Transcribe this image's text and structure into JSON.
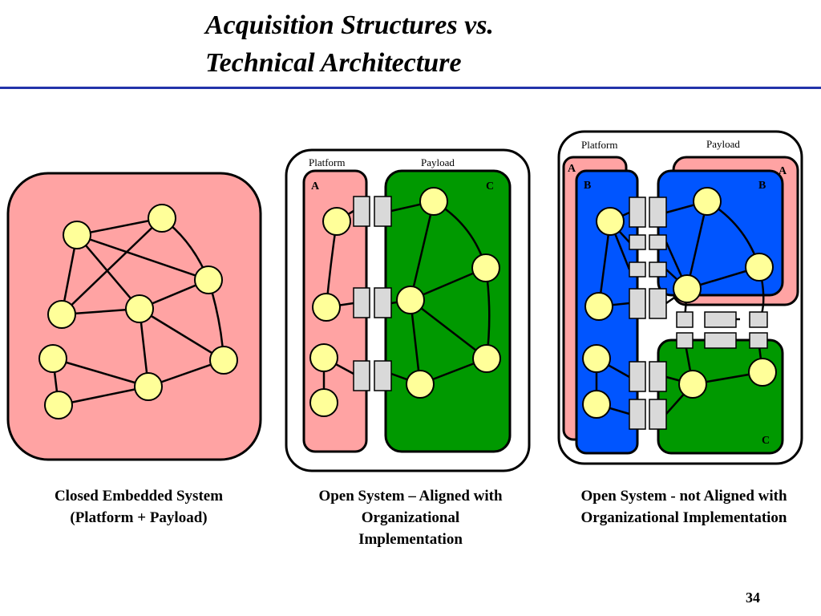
{
  "title": {
    "line1": "Acquisition Structures vs.",
    "line2": "Technical Architecture"
  },
  "panels": {
    "middle": {
      "platform_label": "Platform",
      "payload_label": "Payload",
      "platform_letter": "A",
      "payload_letter": "C"
    },
    "right": {
      "platform_label": "Platform",
      "payload_label": "Payload",
      "letter_a_left": "A",
      "letter_a_right": "A",
      "letter_b_left": "B",
      "letter_b_right": "B",
      "letter_c": "C"
    }
  },
  "captions": {
    "closed": {
      "line1": "Closed Embedded System",
      "line2": "(Platform + Payload)"
    },
    "aligned": {
      "line1": "Open System – Aligned with",
      "line2": "Organizational",
      "line3": "Implementation"
    },
    "not_aligned": {
      "line1": "Open System - not Aligned with",
      "line2": "Organizational Implementation"
    }
  },
  "page_number": "34",
  "colors": {
    "title_rule": "#2233aa",
    "platform_pink": "#ffa3a3",
    "payload_green": "#009900",
    "module_blue": "#0055ff",
    "node_yellow": "#ffff99",
    "interface_gray": "#d9d9d9"
  }
}
